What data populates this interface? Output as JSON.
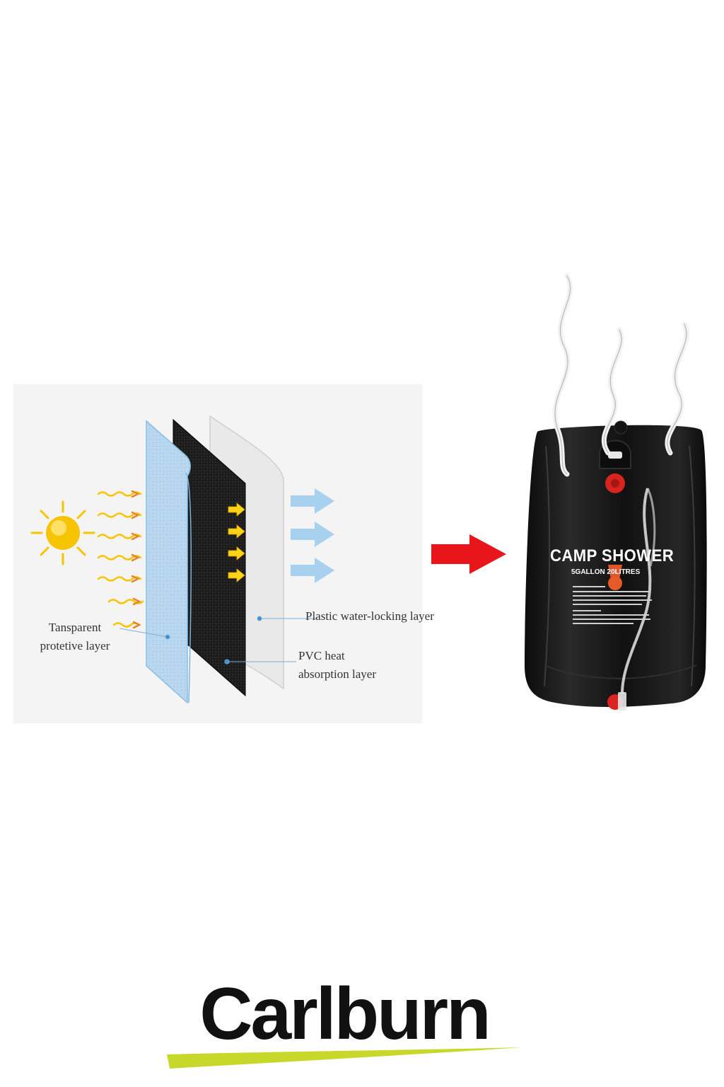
{
  "diagram": {
    "labels": {
      "transparent_line1": "Tansparent",
      "transparent_line2": "protetive layer",
      "plastic": "Plastic water-locking layer",
      "pvc_line1": "PVC heat",
      "pvc_line2": "absorption layer"
    },
    "icons": [
      "sun-icon",
      "heat-wave-arrow-icon",
      "yellow-arrow-icon",
      "blue-arrow-icon"
    ],
    "colors": {
      "panel_bg": "#f4f4f4",
      "transparent_layer": "#bcd9f0",
      "pvc_layer": "#1a1a1a",
      "plastic_layer": "#e8e8e8",
      "sun": "#f6c400",
      "blue_arrow": "#9cc8ec",
      "yellow_arrow": "#ffd21a"
    }
  },
  "transition_arrow": {
    "icon": "red-arrow-icon",
    "color": "#e8161b"
  },
  "product": {
    "title": "CAMP SHOWER",
    "subtitle": "5GALLON 20LITRES",
    "icons": [
      "steam-icon",
      "shower-nozzle-icon",
      "valve-icon"
    ]
  },
  "logo": {
    "text": "Carlburn",
    "accent_color": "#c8d82a"
  }
}
